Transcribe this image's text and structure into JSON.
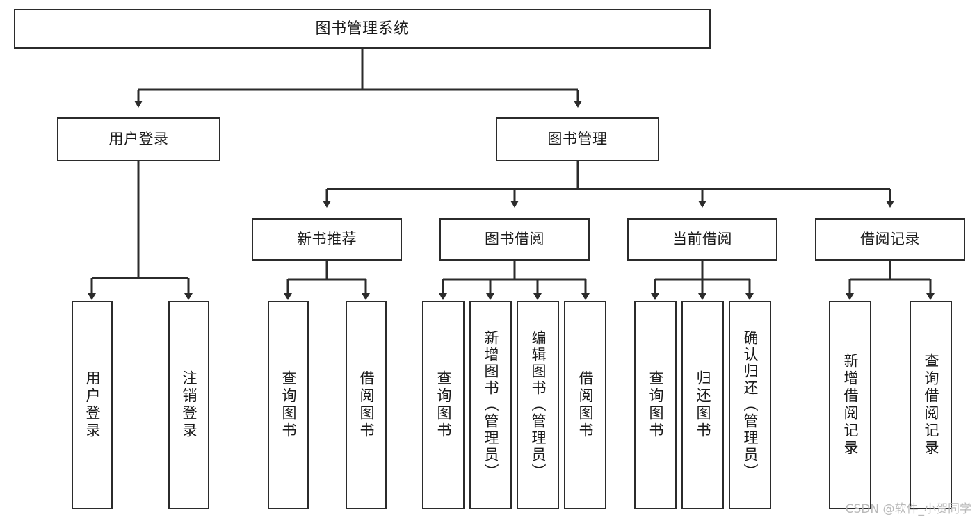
{
  "diagram": {
    "title": "图书管理系统",
    "type": "tree",
    "watermark": "CSDN @软件_小贺同学",
    "colors": {
      "box_border": "#2b2b2b",
      "box_fill": "#ffffff",
      "connector": "#2b2b2b",
      "text": "#1a1a1a",
      "watermark": "#b9b9b9"
    },
    "root": {
      "label": "图书管理系统"
    },
    "level2": [
      {
        "label": "用户登录"
      },
      {
        "label": "图书管理"
      }
    ],
    "level3": [
      {
        "label": "新书推荐"
      },
      {
        "label": "图书借阅"
      },
      {
        "label": "当前借阅"
      },
      {
        "label": "借阅记录"
      }
    ],
    "leaves": {
      "user_login": [
        {
          "label": "用户登录"
        },
        {
          "label": "注销登录"
        }
      ],
      "new_book": [
        {
          "label": "查询图书"
        },
        {
          "label": "借阅图书"
        }
      ],
      "book_borrow": [
        {
          "label": "查询图书"
        },
        {
          "label": "新增图书（管理员）"
        },
        {
          "label": "编辑图书（管理员）"
        },
        {
          "label": "借阅图书"
        }
      ],
      "current_borrow": [
        {
          "label": "查询图书"
        },
        {
          "label": "归还图书"
        },
        {
          "label": "确认归还（管理员）"
        }
      ],
      "borrow_record": [
        {
          "label": "新增借阅记录"
        },
        {
          "label": "查询借阅记录"
        }
      ]
    }
  }
}
